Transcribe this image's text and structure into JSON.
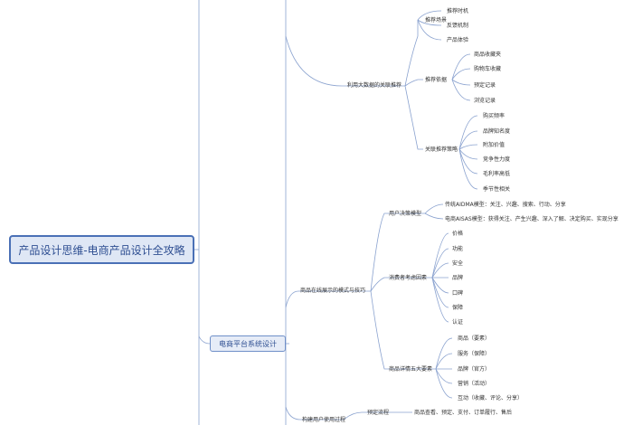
{
  "root": "产品设计思维-电商产品设计全攻略",
  "level1": "电商平台系统设计",
  "rec": {
    "title": "利用大数据的关联推荐",
    "scene": {
      "title": "推荐场景",
      "items": [
        "推荐时机",
        "反馈机制",
        "产品体验"
      ]
    },
    "basis": {
      "title": "推荐依据",
      "items": [
        "商品收藏夹",
        "购物车收藏",
        "预定记录",
        "浏览记录"
      ]
    },
    "metrics": {
      "title": "关联推荐策略",
      "items": [
        "购买频率",
        "品牌知名度",
        "附加价值",
        "竞争性力度",
        "毛利率高低",
        "季节性相关"
      ]
    }
  },
  "display": {
    "title": "商品在线展示的模式与技巧",
    "decision": {
      "title": "用户决策模型",
      "items": [
        "传统AIDMA模型：关注、兴趣、搜索、行动、分享",
        "电商AISAS模型：获得关注、产生兴趣、深入了解、决定购买、实现分享"
      ]
    },
    "factors": {
      "title": "消费者考虑因素",
      "items": [
        "价格",
        "功能",
        "安全",
        "品牌",
        "口碑",
        "保障",
        "认证"
      ]
    },
    "details": {
      "title": "商品详情五大要素",
      "items": [
        "商品（要素）",
        "服务（保障）",
        "品牌（官方）",
        "营销（活动）",
        "互动（收藏、评论、分享）"
      ]
    }
  },
  "flow": {
    "title": "构建用户使用过程",
    "sub": {
      "title": "预定流程",
      "items": [
        "商品查看、预定、支付、订单履行、售后"
      ]
    }
  }
}
